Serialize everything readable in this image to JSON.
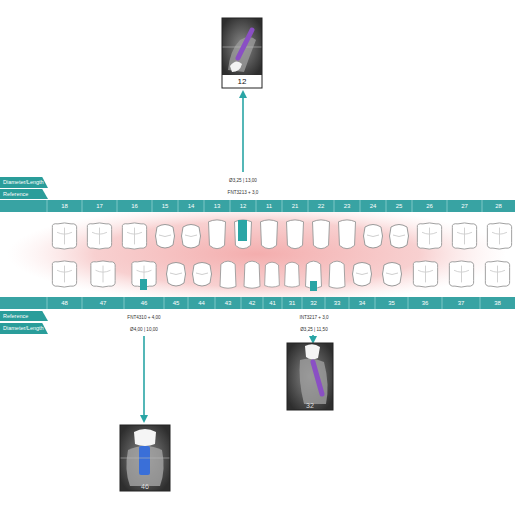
{
  "diagram": {
    "nodes": [
      {
        "text": [
          "12"
        ]
      },
      {
        "text": [
          "Diameter/Length"
        ]
      },
      {
        "text": [
          "Reference"
        ]
      },
      {
        "text": [
          "Reference"
        ]
      },
      {
        "text": [
          "Diameter/Length"
        ]
      },
      {
        "text": [
          "32"
        ]
      },
      {
        "text": [
          "46"
        ]
      }
    ],
    "labels": [
      "Ø3,25 | 13,00",
      "FNT3213 + 3,0",
      "18",
      "17",
      "16",
      "15",
      "14",
      "13",
      "12",
      "11",
      "21",
      "22",
      "23",
      "24",
      "25",
      "26",
      "27",
      "28",
      "48",
      "47",
      "46",
      "45",
      "44",
      "43",
      "42",
      "41",
      "31",
      "32",
      "33",
      "34",
      "35",
      "36",
      "37",
      "38",
      "FNT4310 + 4,00",
      "Ø4,00 | 10,00",
      "INT3217 + 3,0",
      "Ø3,25 | 11,50"
    ]
  }
}
